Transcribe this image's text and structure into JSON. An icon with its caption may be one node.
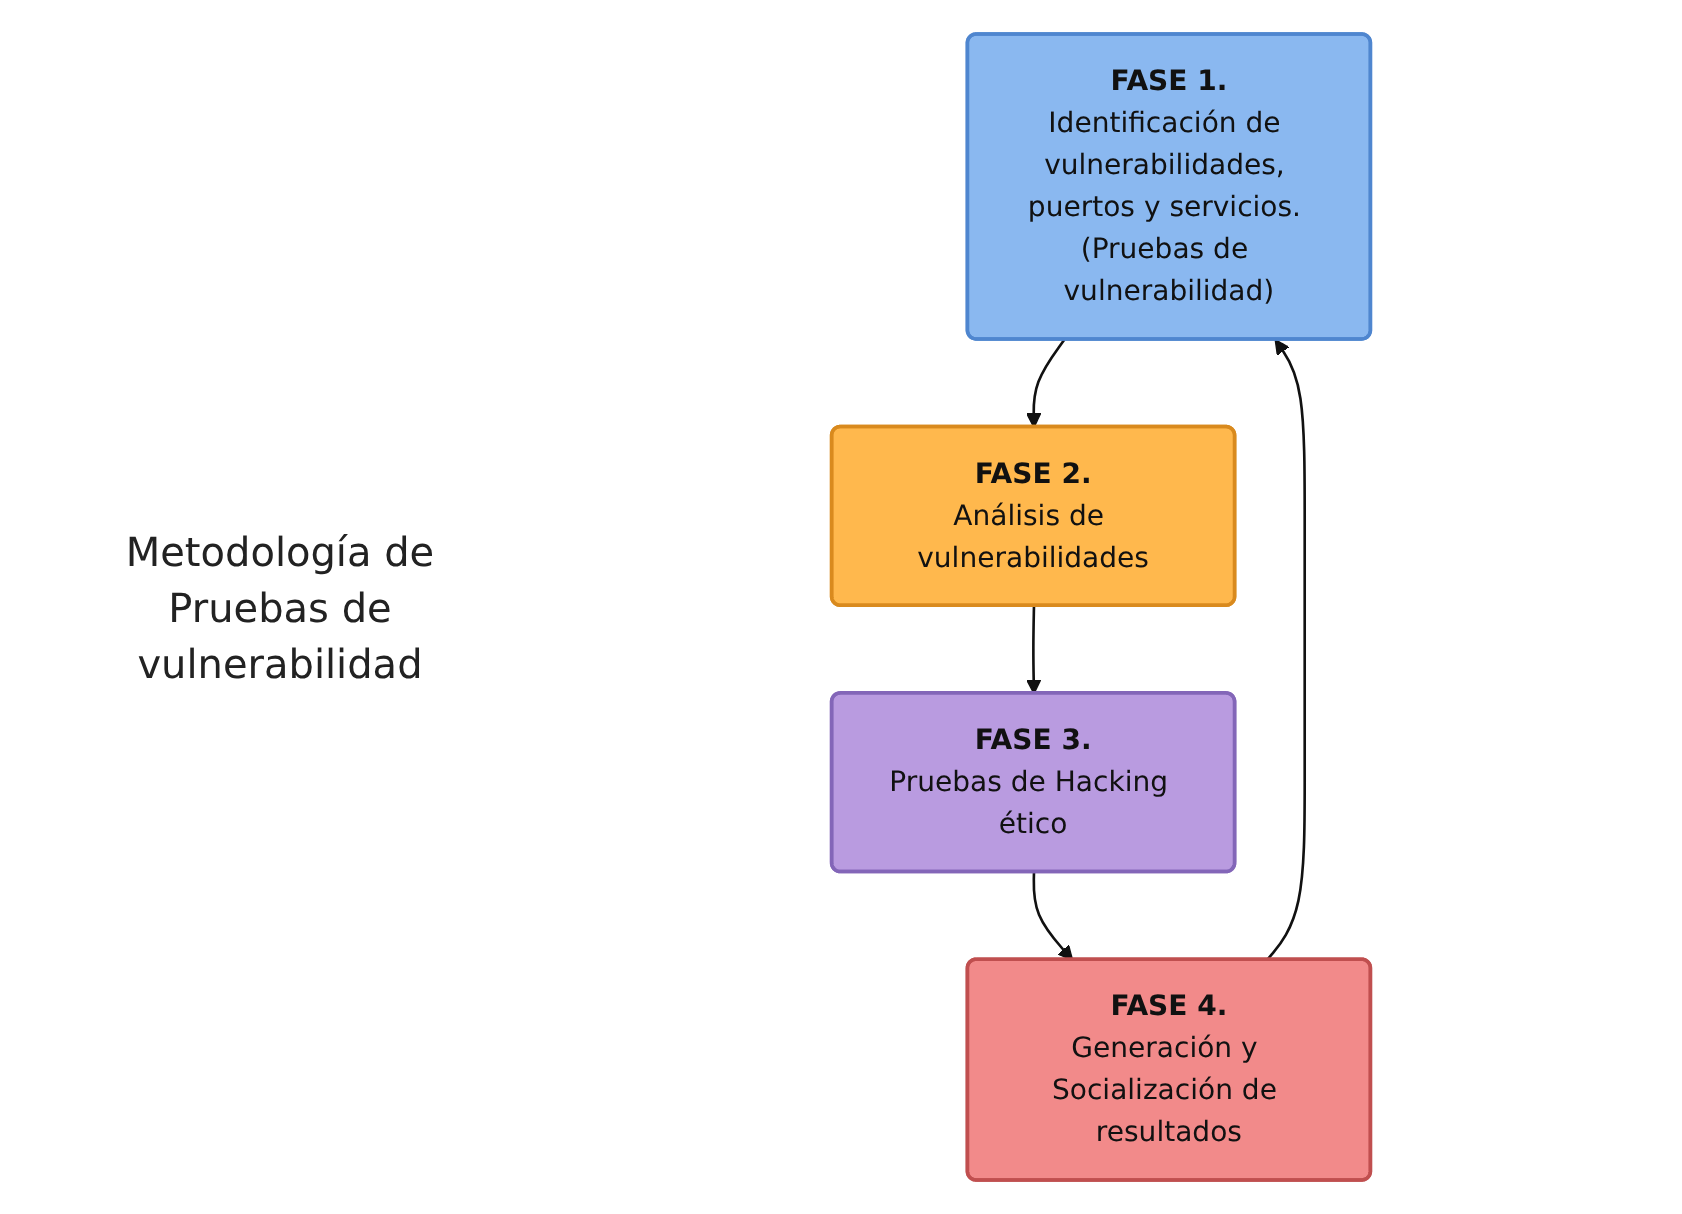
{
  "diagram": {
    "nodes": [
      {
        "text": [
          "FASE 1.",
          "Identificación de vulnerabilidades, puertos y servicios. (Pruebas de vulnerabilidad)"
        ]
      },
      {
        "text": [
          "FASE 2.",
          "Análisis de vulnerabilidades"
        ]
      },
      {
        "text": [
          "FASE 3.",
          "Pruebas de Hacking ético"
        ]
      },
      {
        "text": [
          "FASE 4.",
          "Generación y Socialización de resultados"
        ]
      }
    ],
    "edges": [
      {
        "from": 0,
        "to": 1,
        "arrow": "to"
      },
      {
        "from": 1,
        "to": 2,
        "arrow": "to"
      },
      {
        "from": 2,
        "to": 3,
        "arrow": "to"
      },
      {
        "from": 3,
        "to": 0,
        "arrow": "to"
      }
    ],
    "labels": [
      "Metodología de Pruebas de vulnerabilidad"
    ]
  }
}
